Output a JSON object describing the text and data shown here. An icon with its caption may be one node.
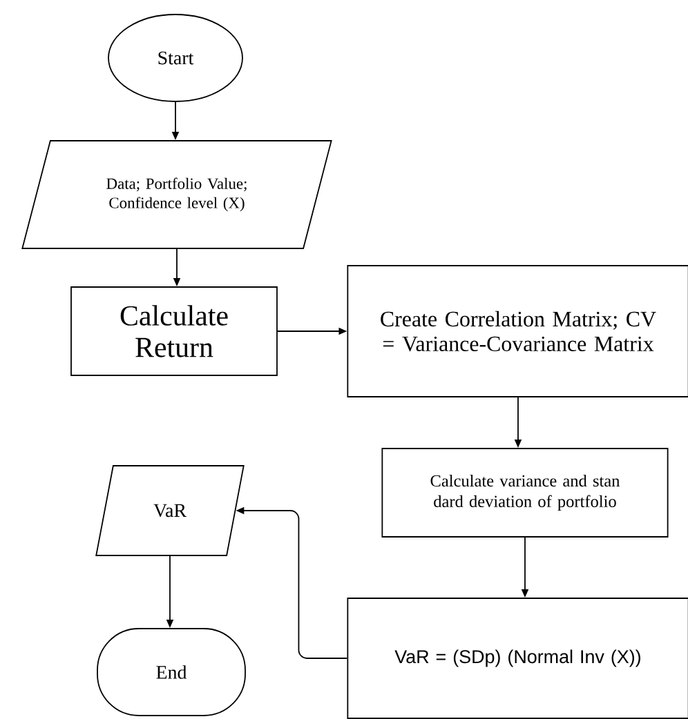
{
  "diagram": {
    "nodes": [
      {
        "text": [
          "Start"
        ]
      },
      {
        "text": [
          "Data; Portfolio Value; Confidence level (X)"
        ]
      },
      {
        "text": [
          "Calculate Return"
        ]
      },
      {
        "text": [
          "Create Correlation Matrix; CV = Variance-Covariance Matrix"
        ]
      },
      {
        "text": [
          "Calculate variance and stan dard deviation of portfolio"
        ]
      },
      {
        "text": [
          "VaR = (SDp) (Normal Inv (X))"
        ]
      },
      {
        "text": [
          "VaR"
        ]
      },
      {
        "text": [
          "End"
        ]
      }
    ],
    "edges": [
      {
        "from": 0,
        "to": 1,
        "arrow": "to"
      },
      {
        "from": 1,
        "to": 2,
        "arrow": "to"
      },
      {
        "from": 2,
        "to": 3,
        "arrow": "to"
      },
      {
        "from": 3,
        "to": 4,
        "arrow": "to"
      },
      {
        "from": 4,
        "to": 5,
        "arrow": "to"
      },
      {
        "from": 5,
        "to": 6,
        "arrow": "to"
      },
      {
        "from": 6,
        "to": 7,
        "arrow": "to"
      }
    ]
  }
}
